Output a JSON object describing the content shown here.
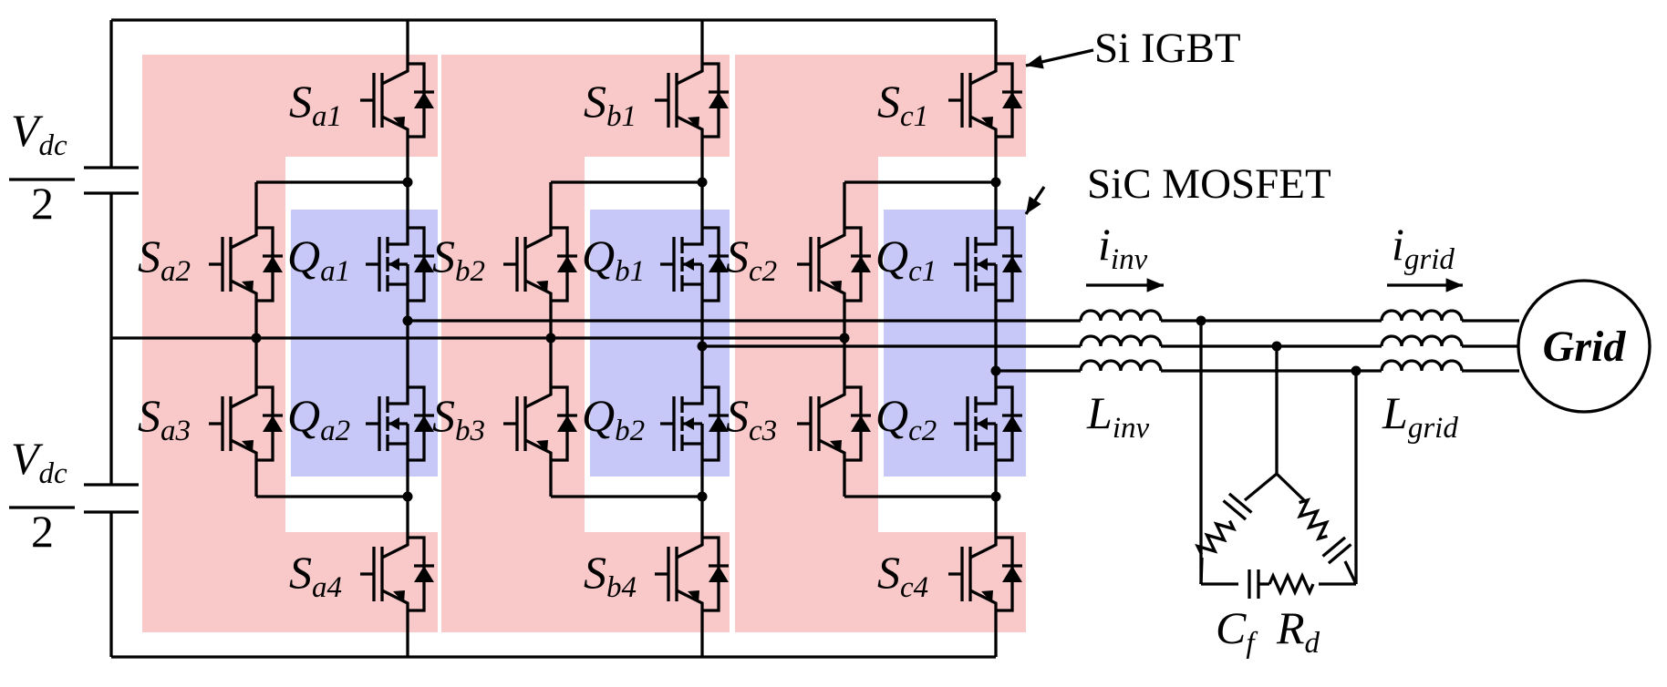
{
  "colors": {
    "igbt_region": "#f9c8c8",
    "mosfet_region": "#c8c8f8",
    "line": "#000000",
    "background": "#ffffff"
  },
  "dc_link": {
    "upper": {
      "num": "V",
      "sub": "dc",
      "den": "2"
    },
    "lower": {
      "num": "V",
      "sub": "dc",
      "den": "2"
    }
  },
  "switches": {
    "a": {
      "s1": [
        "S",
        "a1"
      ],
      "s2": [
        "S",
        "a2"
      ],
      "s3": [
        "S",
        "a3"
      ],
      "s4": [
        "S",
        "a4"
      ],
      "q1": [
        "Q",
        "a1"
      ],
      "q2": [
        "Q",
        "a2"
      ]
    },
    "b": {
      "s1": [
        "S",
        "b1"
      ],
      "s2": [
        "S",
        "b2"
      ],
      "s3": [
        "S",
        "b3"
      ],
      "s4": [
        "S",
        "b4"
      ],
      "q1": [
        "Q",
        "b1"
      ],
      "q2": [
        "Q",
        "b2"
      ]
    },
    "c": {
      "s1": [
        "S",
        "c1"
      ],
      "s2": [
        "S",
        "c2"
      ],
      "s3": [
        "S",
        "c3"
      ],
      "s4": [
        "S",
        "c4"
      ],
      "q1": [
        "Q",
        "c1"
      ],
      "q2": [
        "Q",
        "c2"
      ]
    }
  },
  "legend": {
    "igbt": "Si IGBT",
    "mosfet": "SiC MOSFET"
  },
  "filter": {
    "i_inv": [
      "i",
      "inv"
    ],
    "i_grid": [
      "i",
      "grid"
    ],
    "L_inv": [
      "L",
      "inv"
    ],
    "L_grid": [
      "L",
      "grid"
    ],
    "C_f": [
      "C",
      "f"
    ],
    "R_d": [
      "R",
      "d"
    ]
  },
  "grid_label": "Grid"
}
